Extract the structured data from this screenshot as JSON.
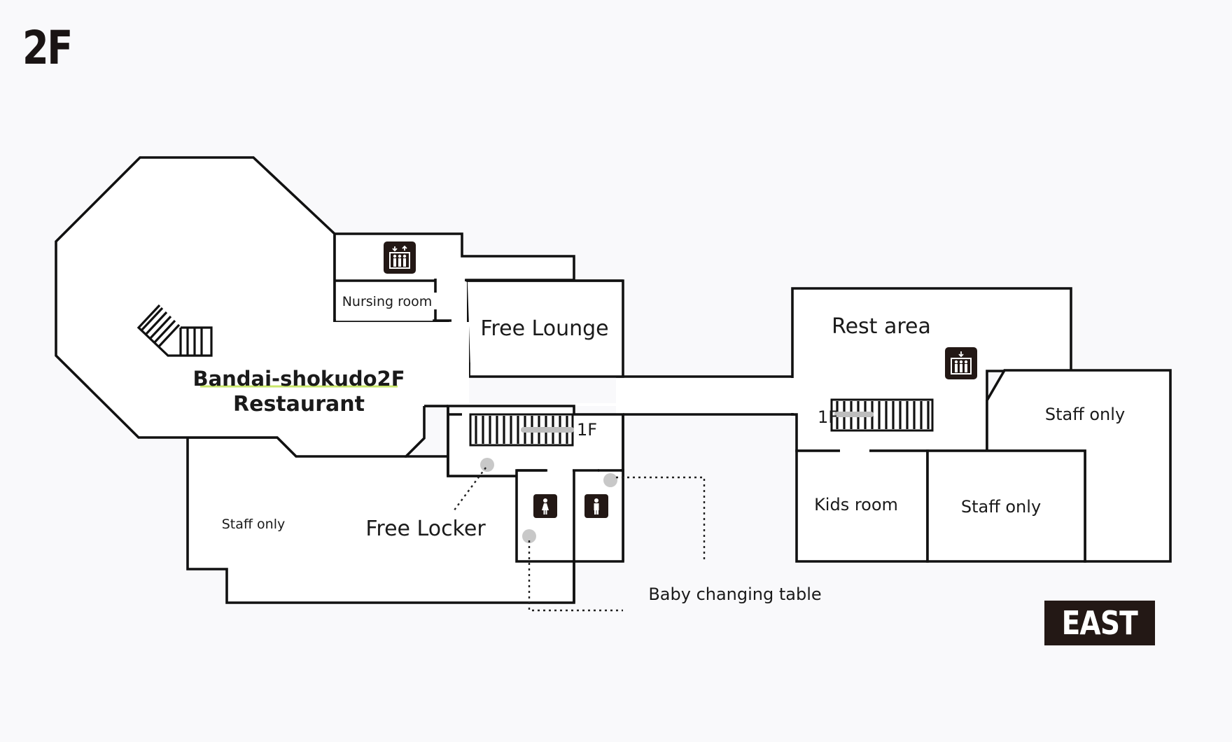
{
  "floor": "2F",
  "building": "EAST",
  "rooms": {
    "restaurant_name": "Bandai-shokudo2F",
    "restaurant_type": "Restaurant",
    "nursing_room": "Nursing room",
    "free_lounge": "Free Lounge",
    "rest_area": "Rest area",
    "staff_only_west": "Staff only",
    "staff_only_east_top": "Staff only",
    "staff_only_east_bottom": "Staff only",
    "kids_room": "Kids room"
  },
  "callouts": {
    "free_locker": "Free Locker",
    "baby_changing_table": "Baby changing table"
  },
  "stairs": {
    "west_escalator_dest": "1F",
    "east_escalator_dest": "1F"
  },
  "icons": [
    "elevator-icon",
    "women-restroom-icon",
    "men-restroom-icon",
    "escalator-icon",
    "staircase-icon"
  ],
  "colors": {
    "background": "#f9f9fb",
    "wall": "#111111",
    "icon_bg": "#231815",
    "marker": "#c8c8c8",
    "highlight": "#c8e66a"
  }
}
